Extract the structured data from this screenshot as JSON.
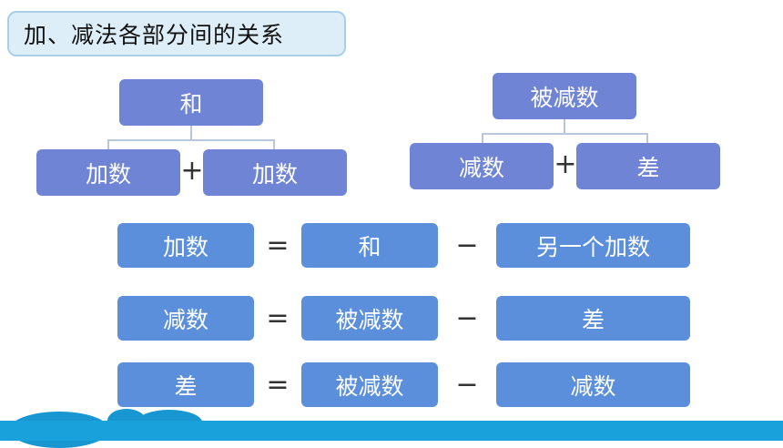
{
  "title": "加、减法各部分间的关系",
  "add_tree": {
    "top": "和",
    "left": "加数",
    "op": "+",
    "right": "加数"
  },
  "sub_tree": {
    "top": "被减数",
    "left": "减数",
    "op": "+",
    "right": "差"
  },
  "equations": [
    {
      "lhs": "加数",
      "eq": "=",
      "a": "和",
      "minus": "−",
      "b": "另一个加数"
    },
    {
      "lhs": "减数",
      "eq": "=",
      "a": "被减数",
      "minus": "−",
      "b": "差"
    },
    {
      "lhs": "差",
      "eq": "=",
      "a": "被减数",
      "minus": "−",
      "b": "减数"
    }
  ],
  "colors": {
    "tree_box": "#6f84d4",
    "equation_box": "#5b8fdb",
    "title_bg": "#ddeef8",
    "bottom_band": "#19a1dc"
  }
}
